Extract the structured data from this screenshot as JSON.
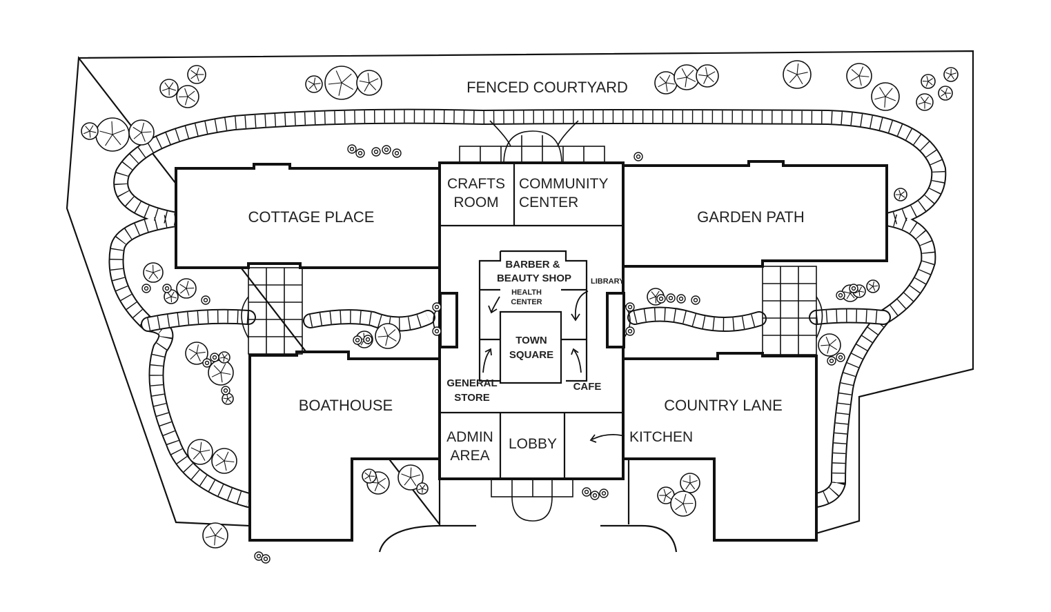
{
  "labels": {
    "courtyard": "FENCED COURTYARD",
    "cottage_place": "COTTAGE PLACE",
    "garden_path": "GARDEN PATH",
    "boathouse": "BOATHOUSE",
    "country_lane": "COUNTRY LANE",
    "crafts_room": [
      "CRAFTS",
      "ROOM"
    ],
    "community_center": [
      "COMMUNITY",
      "CENTER"
    ],
    "barber": [
      "BARBER &",
      "BEAUTY SHOP"
    ],
    "library": "LIBRARY",
    "health_center": [
      "HEALTH",
      "CENTER"
    ],
    "town_square": [
      "TOWN",
      "SQUARE"
    ],
    "general_store": [
      "GENERAL",
      "STORE"
    ],
    "cafe": "CAFE",
    "admin_area": [
      "ADMIN",
      "AREA"
    ],
    "lobby": "LOBBY",
    "kitchen": "KITCHEN"
  }
}
